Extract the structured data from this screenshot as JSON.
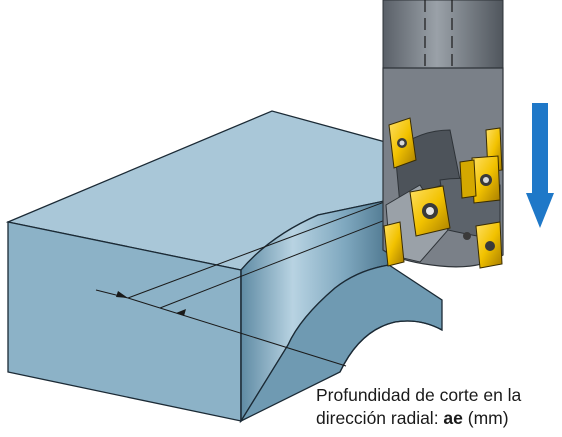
{
  "caption": {
    "line1": "Profundidad de corte en la",
    "line2_prefix": "dirección radial: ",
    "symbol": "ae",
    "unit": " (mm)"
  },
  "colors": {
    "block_top": "#a9c7d8",
    "block_front": "#8cb2c7",
    "block_side": "#6f9ab2",
    "block_edge": "#1b2a35",
    "tool_body": "#7a8088",
    "tool_body_dark": "#4d535a",
    "insert_gold": "#f2c200",
    "insert_dark": "#b28a00",
    "arrow_blue": "#1f78c8"
  },
  "icons": {
    "feed_direction": "down-arrow-icon",
    "milling_cutter": "face-mill-icon",
    "workpiece": "workpiece-block-icon"
  }
}
